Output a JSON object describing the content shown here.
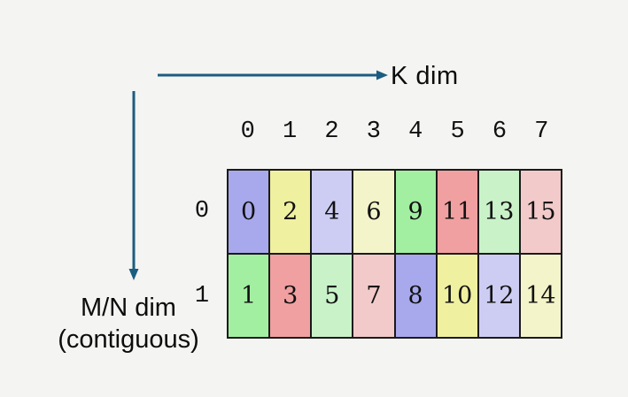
{
  "colors": {
    "background": "#f4f4f2",
    "arrow": "#1b5d80",
    "text": "#0c0c0c",
    "grid_border": "#1a1a1a"
  },
  "k_axis_label": "K dim",
  "mn_axis_label_line1": "M/N dim",
  "mn_axis_label_line2": "(contiguous)",
  "grid": {
    "col_headers": [
      "0",
      "1",
      "2",
      "3",
      "4",
      "5",
      "6",
      "7"
    ],
    "row_headers": [
      "0",
      "1"
    ],
    "rows": [
      {
        "cells": [
          {
            "value": "0",
            "color": "#a8a9ec"
          },
          {
            "value": "2",
            "color": "#f0f0a1"
          },
          {
            "value": "4",
            "color": "#cdcdf4"
          },
          {
            "value": "6",
            "color": "#f4f4ca"
          },
          {
            "value": "9",
            "color": "#a2efa2"
          },
          {
            "value": "11",
            "color": "#f0a0a0"
          },
          {
            "value": "13",
            "color": "#c9f2c9"
          },
          {
            "value": "15",
            "color": "#f2caca"
          }
        ]
      },
      {
        "cells": [
          {
            "value": "1",
            "color": "#a2efa2"
          },
          {
            "value": "3",
            "color": "#f0a0a0"
          },
          {
            "value": "5",
            "color": "#c9f2c9"
          },
          {
            "value": "7",
            "color": "#f2caca"
          },
          {
            "value": "8",
            "color": "#a8a9ec"
          },
          {
            "value": "10",
            "color": "#f0f0a1"
          },
          {
            "value": "12",
            "color": "#cdcdf4"
          },
          {
            "value": "14",
            "color": "#f4f4ca"
          }
        ]
      }
    ]
  }
}
